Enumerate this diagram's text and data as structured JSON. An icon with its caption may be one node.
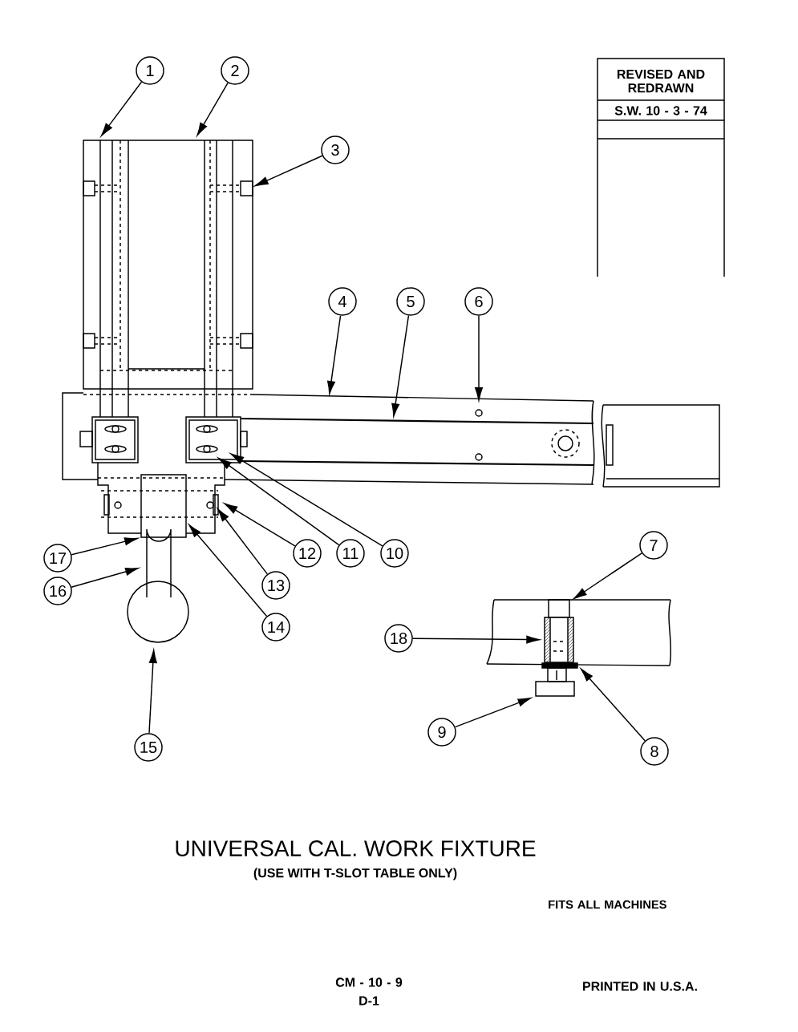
{
  "diagram": {
    "title": "UNIVERSAL CAL. WORK FIXTURE",
    "caption": "(USE WITH T-SLOT TABLE ONLY)",
    "nodes": [
      {
        "text": [
          "1"
        ]
      },
      {
        "text": [
          "2"
        ]
      },
      {
        "text": [
          "3"
        ]
      },
      {
        "text": [
          "4"
        ]
      },
      {
        "text": [
          "5"
        ]
      },
      {
        "text": [
          "6"
        ]
      },
      {
        "text": [
          "7"
        ]
      },
      {
        "text": [
          "8"
        ]
      },
      {
        "text": [
          "9"
        ]
      },
      {
        "text": [
          "10"
        ]
      },
      {
        "text": [
          "11"
        ]
      },
      {
        "text": [
          "12"
        ]
      },
      {
        "text": [
          "13"
        ]
      },
      {
        "text": [
          "14"
        ]
      },
      {
        "text": [
          "15"
        ]
      },
      {
        "text": [
          "16"
        ]
      },
      {
        "text": [
          "17"
        ]
      },
      {
        "text": [
          "18"
        ]
      },
      {
        "text": [],
        "shape": "box"
      },
      {
        "text": [],
        "shape": "box"
      },
      {
        "text": [],
        "shape": "box"
      },
      {
        "text": [],
        "shape": "box"
      }
    ],
    "edges": [
      {
        "from": 0,
        "to": null,
        "arrow": "to"
      },
      {
        "from": 1,
        "to": null,
        "arrow": "to"
      },
      {
        "from": 2,
        "to": null,
        "arrow": "to"
      },
      {
        "from": 3,
        "to": null,
        "arrow": "to"
      },
      {
        "from": 4,
        "to": null,
        "arrow": "to"
      },
      {
        "from": 5,
        "to": null,
        "arrow": "to"
      },
      {
        "from": 6,
        "to": 18,
        "arrow": "to"
      },
      {
        "from": 7,
        "to": 20,
        "arrow": "to"
      },
      {
        "from": 8,
        "to": 21,
        "arrow": "to"
      },
      {
        "from": 9,
        "to": null,
        "arrow": "to"
      },
      {
        "from": 10,
        "to": null,
        "arrow": "to"
      },
      {
        "from": 11,
        "to": null,
        "arrow": "to"
      },
      {
        "from": 12,
        "to": null,
        "arrow": "to"
      },
      {
        "from": 13,
        "to": null,
        "arrow": "to"
      },
      {
        "from": 14,
        "to": null,
        "arrow": "to"
      },
      {
        "from": 15,
        "to": null,
        "arrow": "to"
      },
      {
        "from": 16,
        "to": null,
        "arrow": "to"
      },
      {
        "from": 17,
        "to": 19,
        "arrow": "to"
      }
    ],
    "labels": [
      "REVISED AND REDRAWN",
      "S.W. 10 - 3 - 74",
      "FITS ALL MACHINES",
      "CM - 10 - 9",
      "D-1",
      "PRINTED IN U.S.A."
    ]
  }
}
